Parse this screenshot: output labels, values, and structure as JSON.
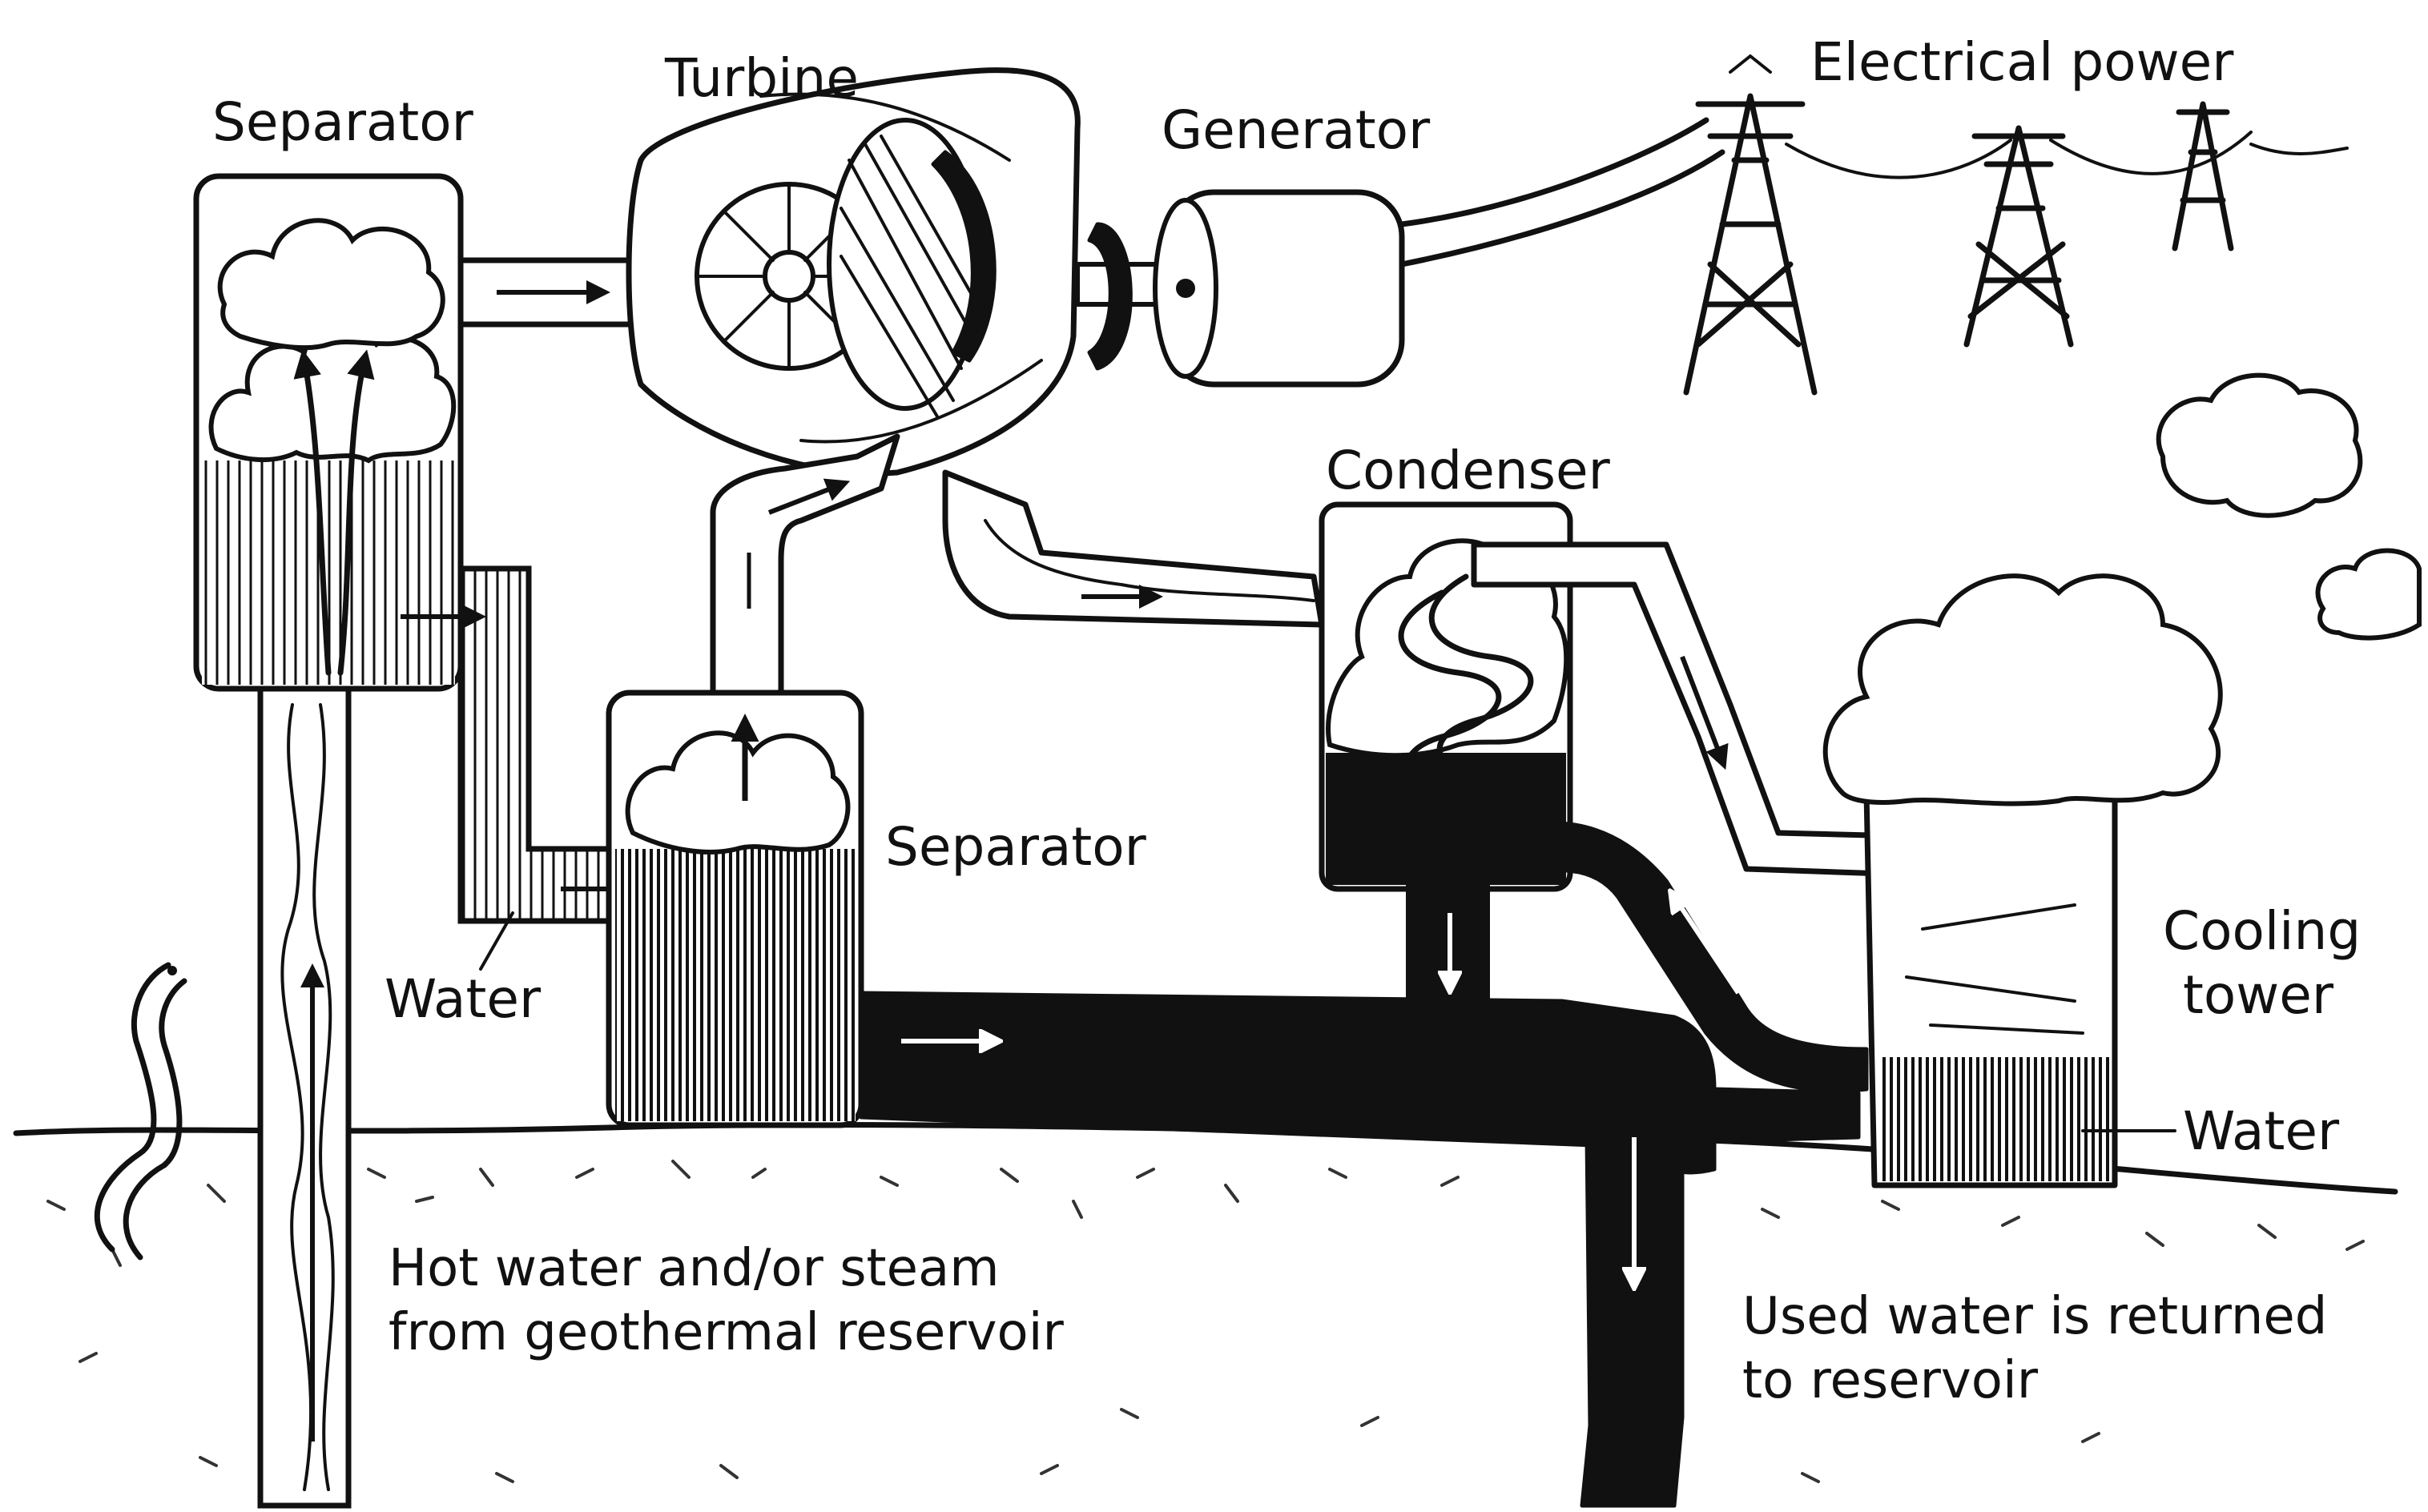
{
  "labels": {
    "separator_top": "Separator",
    "turbine": "Turbine",
    "generator": "Generator",
    "electrical_power": "Electrical power",
    "condenser": "Condenser",
    "separator_mid": "Separator",
    "water_left": "Water",
    "cooling_tower_line1": "Cooling",
    "cooling_tower_line2": "tower",
    "water_right": "Water",
    "hot_water_line1": "Hot water and/or steam",
    "hot_water_line2": "from geothermal reservoir",
    "used_water_line1": "Used water is returned",
    "used_water_line2": "to reservoir"
  }
}
